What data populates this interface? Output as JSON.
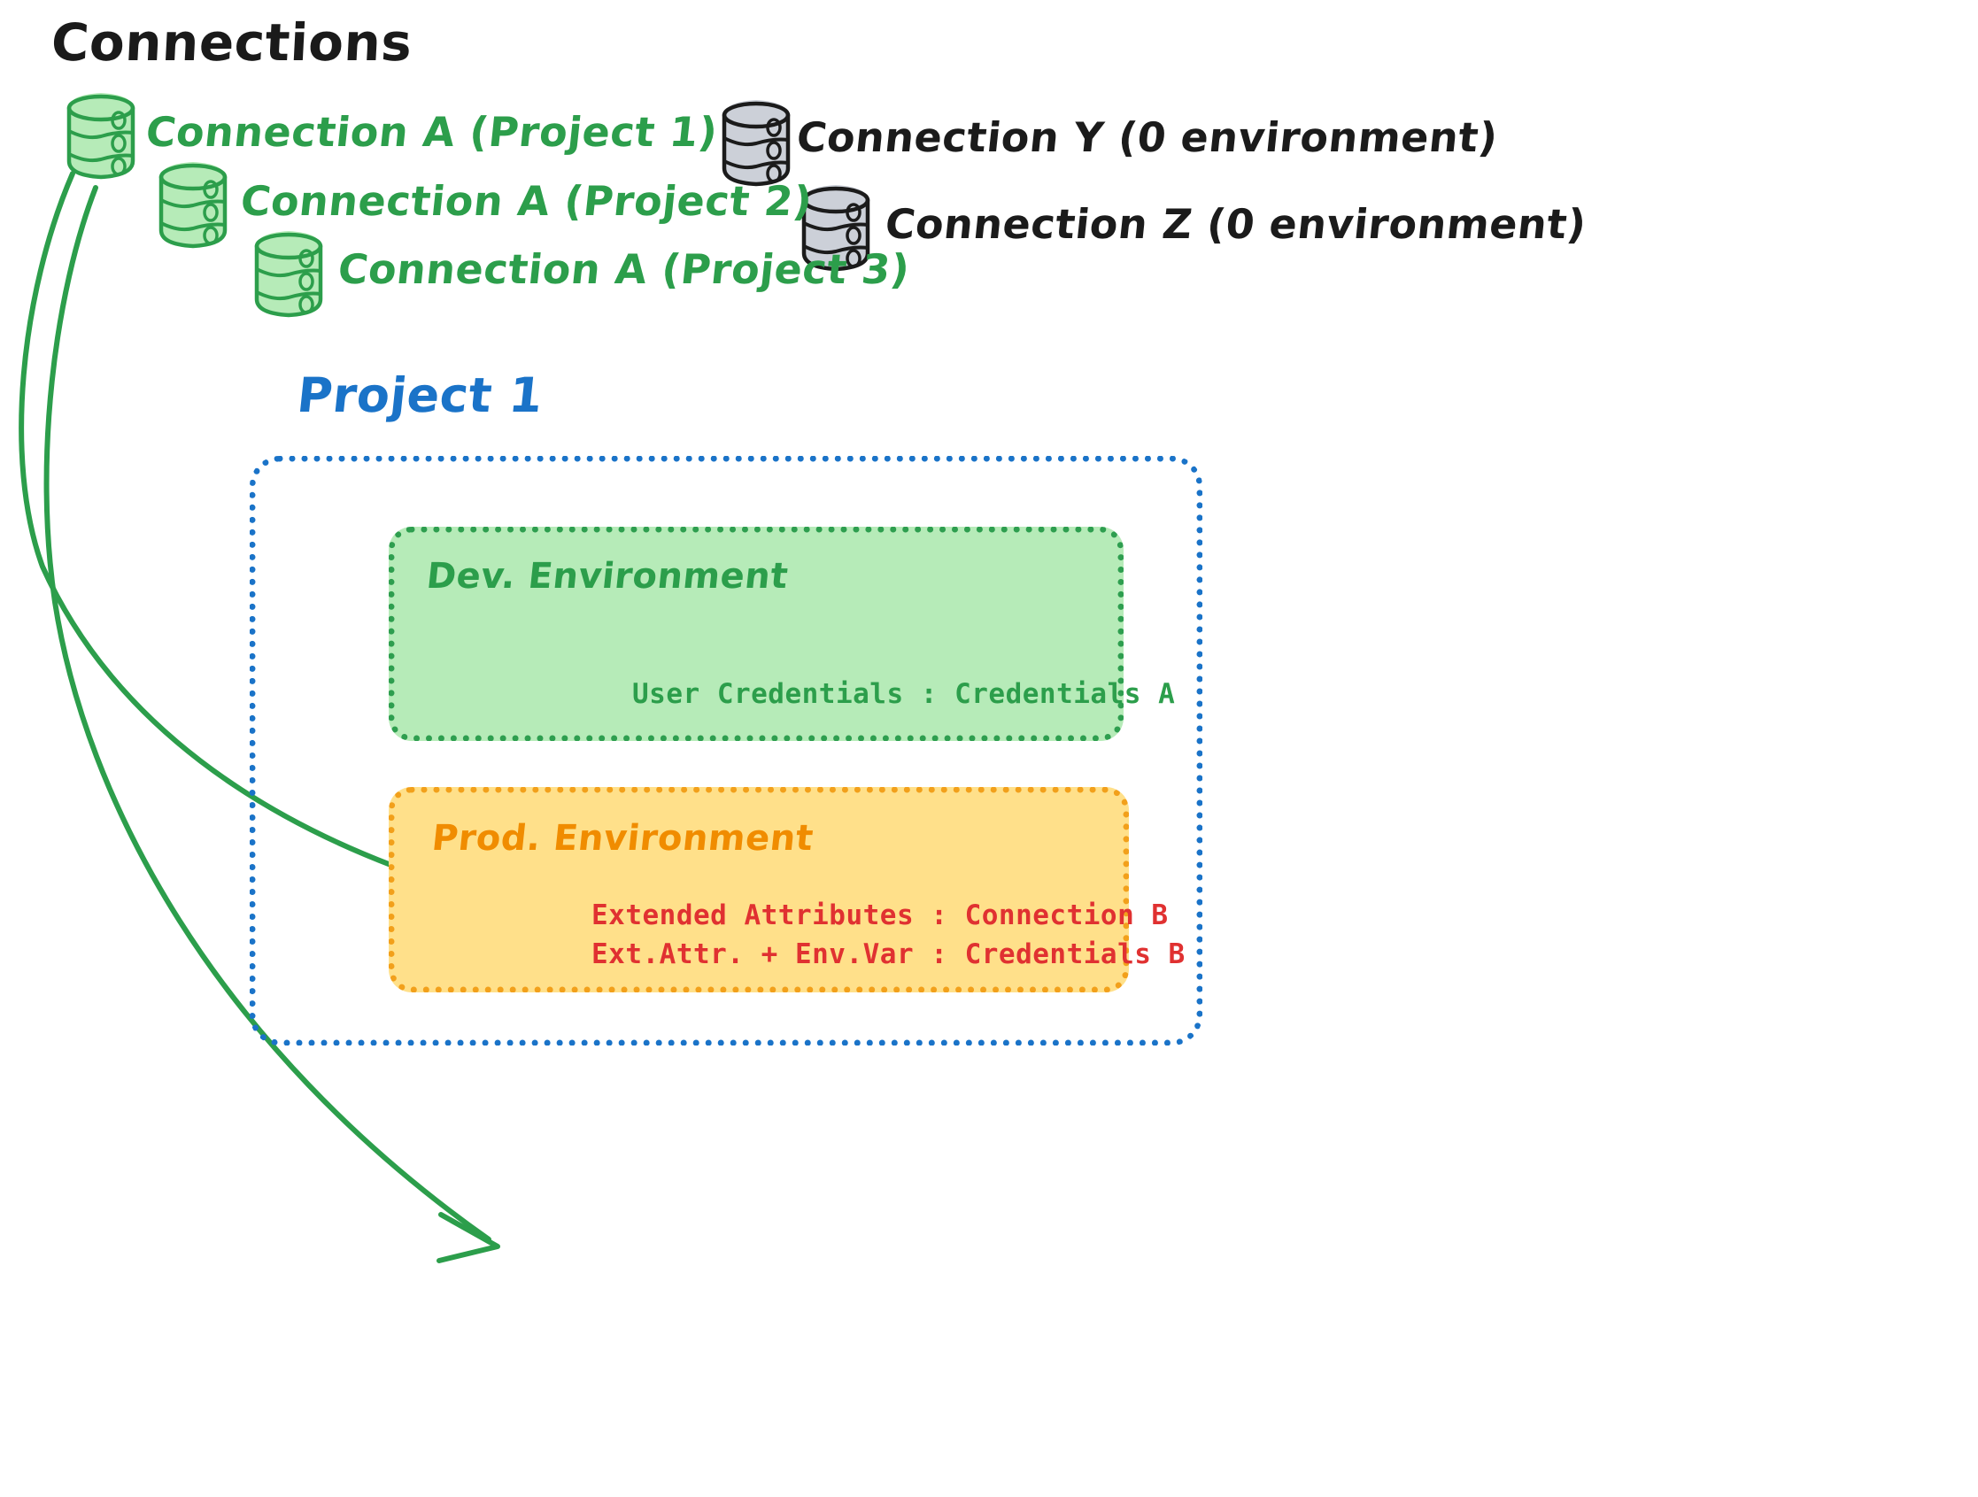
{
  "title": "Connections",
  "connections": [
    {
      "id": "a1",
      "label": "Connection A (Project 1)",
      "color": "#2c9e4b",
      "kind": "green-db"
    },
    {
      "id": "a2",
      "label": "Connection A (Project 2)",
      "color": "#2c9e4b",
      "kind": "green-db"
    },
    {
      "id": "a3",
      "label": "Connection A (Project 3)",
      "color": "#2c9e4b",
      "kind": "green-db"
    },
    {
      "id": "y",
      "label": "Connection Y (0 environment)",
      "color": "#1b1b1b",
      "kind": "gray-db"
    },
    {
      "id": "z",
      "label": "Connection Z (0 environment)",
      "color": "#1b1b1b",
      "kind": "gray-db"
    }
  ],
  "project": {
    "label": "Project 1",
    "color": "#1a73c8",
    "environments": [
      {
        "id": "dev",
        "title": "Dev. Environment",
        "border_color": "#2e9e4f",
        "fill_color": "#b6ebb8",
        "text_color": "#2c9e4b",
        "lines": [
          "User Credentials : Credentials A"
        ]
      },
      {
        "id": "prod",
        "title": "Prod. Environment",
        "border_color": "#f2a01b",
        "fill_color": "#ffe08a",
        "text_color": "#e03131",
        "lines": [
          "Extended Attributes : Connection B",
          "Ext.Attr. + Env.Var : Credentials B"
        ]
      }
    ]
  },
  "arrows": [
    {
      "id": "arrow-to-dev",
      "from": "connection-a-project-1",
      "to": "dev-environment",
      "color": "#2c9e4b"
    },
    {
      "id": "arrow-to-prod",
      "from": "connection-a-project-1",
      "to": "prod-environment",
      "color": "#2c9e4b"
    }
  ],
  "colors": {
    "green_stroke": "#2c9e4b",
    "green_fill": "#b6ebb8",
    "gray_stroke": "#1b1b1b",
    "gray_fill": "#ccd0d8",
    "blue": "#1a73c8",
    "orange": "#f2a01b",
    "orange_fill": "#ffe08a",
    "red": "#e03131",
    "black": "#1a1a1a"
  }
}
